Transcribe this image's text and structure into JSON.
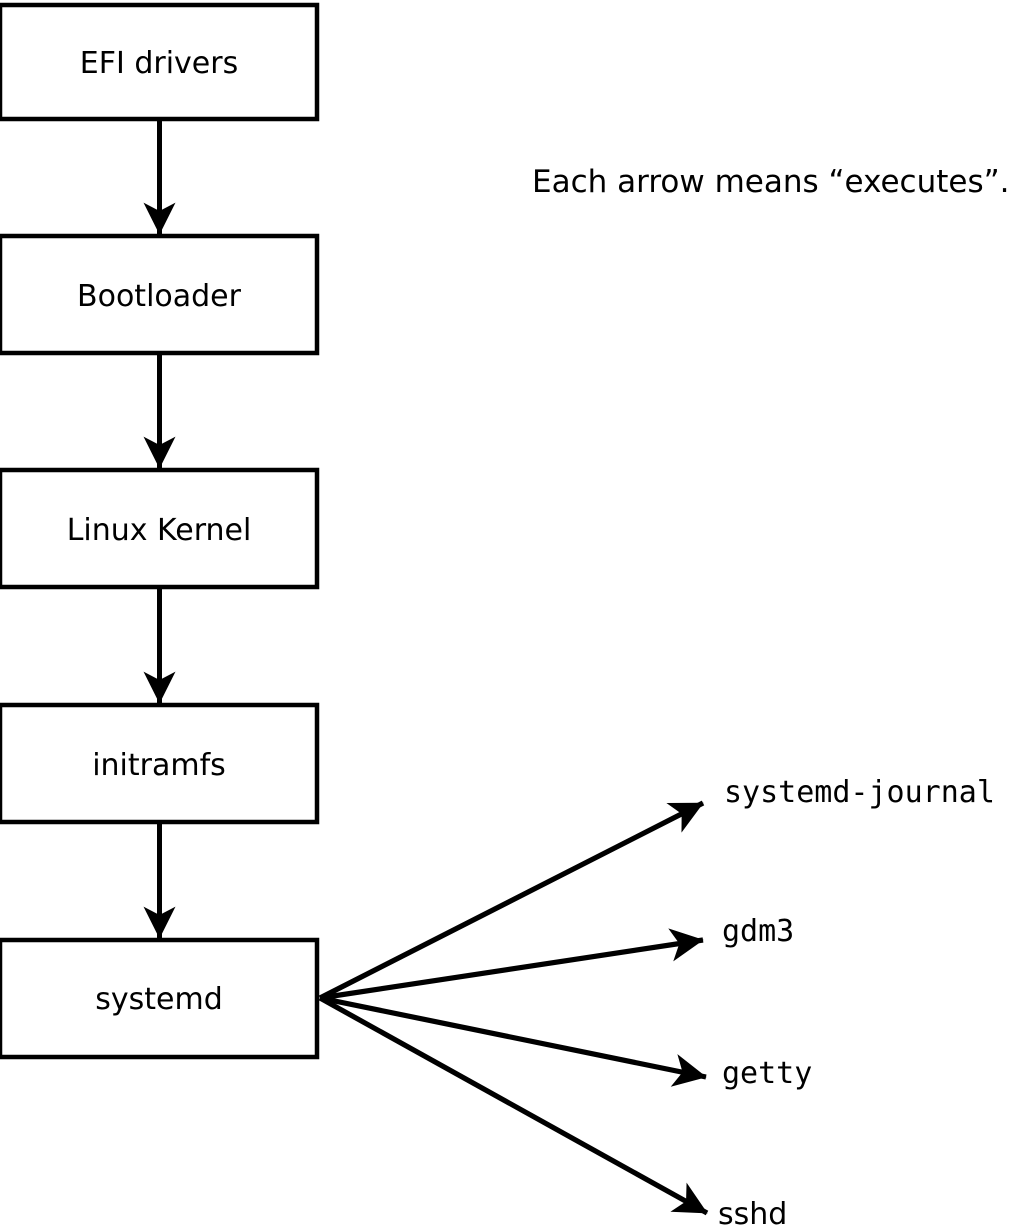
{
  "diagram": {
    "caption": "Each arrow means “executes”.",
    "boxes": [
      {
        "id": "efi-drivers",
        "label": "EFI drivers"
      },
      {
        "id": "bootloader",
        "label": "Bootloader"
      },
      {
        "id": "linux-kernel",
        "label": "Linux Kernel"
      },
      {
        "id": "initramfs",
        "label": "initramfs"
      },
      {
        "id": "systemd",
        "label": "systemd"
      }
    ],
    "targets": [
      {
        "id": "systemd-journal",
        "label": "systemd-journal"
      },
      {
        "id": "gdm3",
        "label": "gdm3"
      },
      {
        "id": "getty",
        "label": "getty"
      },
      {
        "id": "sshd",
        "label": "sshd"
      }
    ],
    "edges": [
      {
        "from": "EFI drivers",
        "to": "Bootloader"
      },
      {
        "from": "Bootloader",
        "to": "Linux Kernel"
      },
      {
        "from": "Linux Kernel",
        "to": "initramfs"
      },
      {
        "from": "initramfs",
        "to": "systemd"
      },
      {
        "from": "systemd",
        "to": "systemd-journal"
      },
      {
        "from": "systemd",
        "to": "gdm3"
      },
      {
        "from": "systemd",
        "to": "getty"
      },
      {
        "from": "systemd",
        "to": "sshd"
      }
    ],
    "colors": {
      "line": "#000000",
      "box_fill": "#ffffff",
      "text": "#000000",
      "background": "#ffffff"
    }
  }
}
